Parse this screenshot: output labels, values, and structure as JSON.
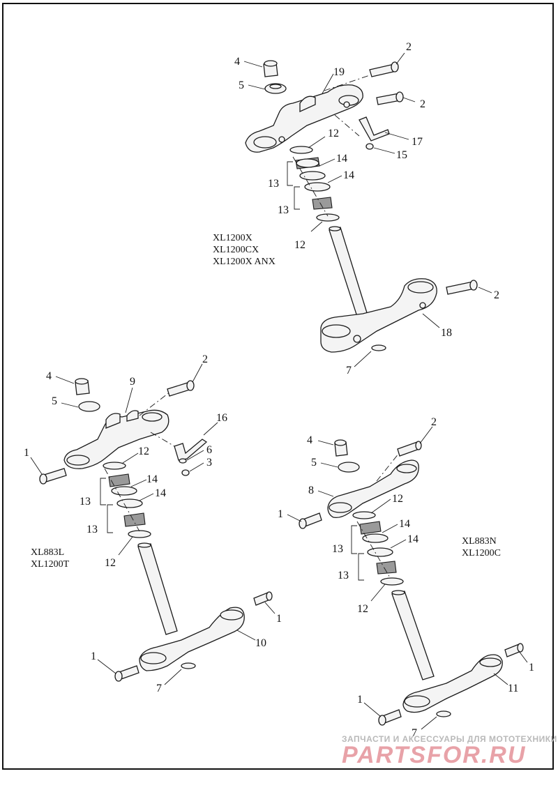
{
  "diagram": {
    "model_groups": [
      {
        "id": "group-top",
        "lines": [
          "XL1200X",
          "XL1200CX",
          "XL1200X ANX"
        ]
      },
      {
        "id": "group-left",
        "lines": [
          "XL883L",
          "XL1200T"
        ]
      },
      {
        "id": "group-right",
        "lines": [
          "XL883N",
          "XL1200C"
        ]
      }
    ],
    "callouts": {
      "top": [
        "4",
        "5",
        "19",
        "2",
        "2",
        "12",
        "17",
        "15",
        "14",
        "13",
        "14",
        "13",
        "12",
        "2",
        "18",
        "7"
      ],
      "left": [
        "4",
        "9",
        "2",
        "5",
        "16",
        "1",
        "12",
        "6",
        "3",
        "14",
        "13",
        "14",
        "13",
        "12",
        "1",
        "10",
        "1",
        "7"
      ],
      "right": [
        "2",
        "4",
        "5",
        "8",
        "12",
        "1",
        "14",
        "13",
        "14",
        "13",
        "12",
        "1",
        "11",
        "1",
        "7"
      ]
    }
  },
  "watermark": {
    "tagline": "ЗАПЧАСТИ И АКСЕССУАРЫ ДЛЯ МОТОТЕХНИКИ",
    "brand": "PARTSFOR.RU"
  }
}
